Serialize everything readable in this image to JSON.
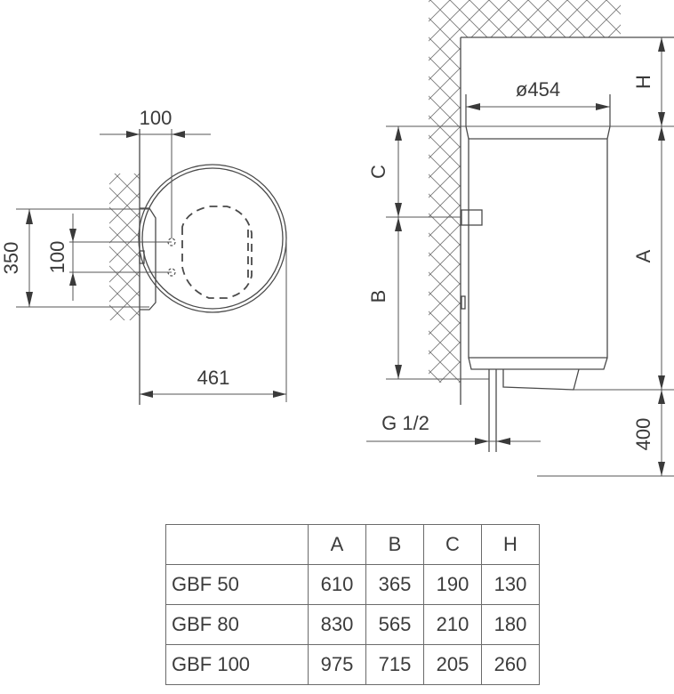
{
  "top_view": {
    "dim_pipe_spacing_horizontal": "100",
    "dim_bracket_height": "350",
    "dim_pipe_spacing_vertical": "100",
    "dim_depth": "461"
  },
  "side_view": {
    "dim_diameter": "ø454",
    "label_H": "H",
    "label_A": "A",
    "label_B": "B",
    "label_C": "C",
    "dim_floor_clearance": "400",
    "label_pipe_thread": "G 1/2"
  },
  "spec_table": {
    "columns": [
      "",
      "A",
      "B",
      "C",
      "H"
    ],
    "rows": [
      {
        "model": "GBF 50",
        "A": "610",
        "B": "365",
        "C": "190",
        "H": "130"
      },
      {
        "model": "GBF 80",
        "A": "830",
        "B": "565",
        "C": "210",
        "H": "180"
      },
      {
        "model": "GBF 100",
        "A": "975",
        "B": "715",
        "C": "205",
        "H": "260"
      }
    ]
  }
}
